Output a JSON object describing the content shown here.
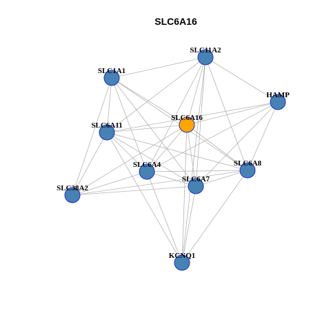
{
  "title": "SLC6A16",
  "colors": {
    "node_default": "#4682b4",
    "node_highlight": "#ffa500",
    "node_border": "#1f2fc9",
    "edge": "#b3b3b3"
  },
  "nodes": [
    {
      "id": "SLC11A2",
      "label": "SLC11A2",
      "highlight": false
    },
    {
      "id": "SLC1A1",
      "label": "SLC1A1",
      "highlight": false
    },
    {
      "id": "HAMP",
      "label": "HAMP",
      "highlight": false
    },
    {
      "id": "SLC6A16",
      "label": "SLC6A16",
      "highlight": true
    },
    {
      "id": "SLC6A11",
      "label": "SLC6A11",
      "highlight": false
    },
    {
      "id": "SLC6A8",
      "label": "SLC6A8",
      "highlight": false
    },
    {
      "id": "SLC6A4",
      "label": "SLC6A4",
      "highlight": false
    },
    {
      "id": "SLC6A7",
      "label": "SLC6A7",
      "highlight": false
    },
    {
      "id": "SLC38A2",
      "label": "SLC38A2",
      "highlight": false
    },
    {
      "id": "KCNQ1",
      "label": "KCNQ1",
      "highlight": false
    }
  ],
  "edges": [
    [
      "SLC11A2",
      "SLC1A1"
    ],
    [
      "SLC11A2",
      "HAMP"
    ],
    [
      "SLC11A2",
      "SLC6A16"
    ],
    [
      "SLC11A2",
      "SLC6A11"
    ],
    [
      "SLC11A2",
      "SLC6A4"
    ],
    [
      "SLC11A2",
      "SLC6A7"
    ],
    [
      "SLC11A2",
      "SLC6A8"
    ],
    [
      "SLC11A2",
      "KCNQ1"
    ],
    [
      "SLC1A1",
      "SLC6A16"
    ],
    [
      "SLC1A1",
      "SLC6A11"
    ],
    [
      "SLC1A1",
      "SLC6A4"
    ],
    [
      "SLC1A1",
      "SLC6A7"
    ],
    [
      "SLC1A1",
      "SLC6A8"
    ],
    [
      "SLC1A1",
      "SLC38A2"
    ],
    [
      "HAMP",
      "SLC6A16"
    ],
    [
      "HAMP",
      "SLC6A11"
    ],
    [
      "HAMP",
      "SLC6A8"
    ],
    [
      "HAMP",
      "SLC6A7"
    ],
    [
      "HAMP",
      "SLC6A4"
    ],
    [
      "SLC6A16",
      "SLC6A11"
    ],
    [
      "SLC6A16",
      "SLC6A4"
    ],
    [
      "SLC6A16",
      "SLC6A7"
    ],
    [
      "SLC6A16",
      "SLC6A8"
    ],
    [
      "SLC6A16",
      "SLC38A2"
    ],
    [
      "SLC6A16",
      "KCNQ1"
    ],
    [
      "SLC6A11",
      "SLC6A4"
    ],
    [
      "SLC6A11",
      "SLC6A7"
    ],
    [
      "SLC6A11",
      "SLC6A8"
    ],
    [
      "SLC6A11",
      "SLC38A2"
    ],
    [
      "SLC6A11",
      "KCNQ1"
    ],
    [
      "SLC6A4",
      "SLC6A7"
    ],
    [
      "SLC6A4",
      "SLC6A8"
    ],
    [
      "SLC6A4",
      "SLC38A2"
    ],
    [
      "SLC6A4",
      "KCNQ1"
    ],
    [
      "SLC6A7",
      "SLC6A8"
    ],
    [
      "SLC6A7",
      "SLC38A2"
    ],
    [
      "SLC6A7",
      "KCNQ1"
    ],
    [
      "SLC6A8",
      "SLC38A2"
    ],
    [
      "SLC6A8",
      "KCNQ1"
    ]
  ]
}
